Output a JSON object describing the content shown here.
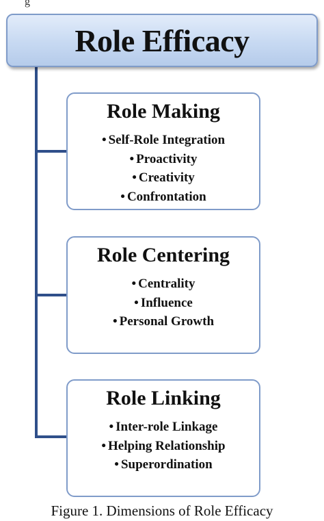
{
  "title": "Role Efficacy",
  "top_fragment": "g",
  "bullet_char": "•",
  "dimensions": [
    {
      "title": "Role Making",
      "items": [
        "Self-Role Integration",
        "Proactivity",
        "Creativity",
        "Confrontation"
      ]
    },
    {
      "title": "Role Centering",
      "items": [
        "Centrality",
        "Influence",
        "Personal Growth"
      ]
    },
    {
      "title": "Role Linking",
      "items": [
        "Inter-role Linkage",
        "Helping Relationship",
        "Superordination"
      ]
    }
  ],
  "caption": "Figure 1. Dimensions of Role Efficacy",
  "colors": {
    "connector": "#2f4f8a",
    "box_border": "#7f9bc9",
    "title_fill": "#c7d9f2"
  }
}
